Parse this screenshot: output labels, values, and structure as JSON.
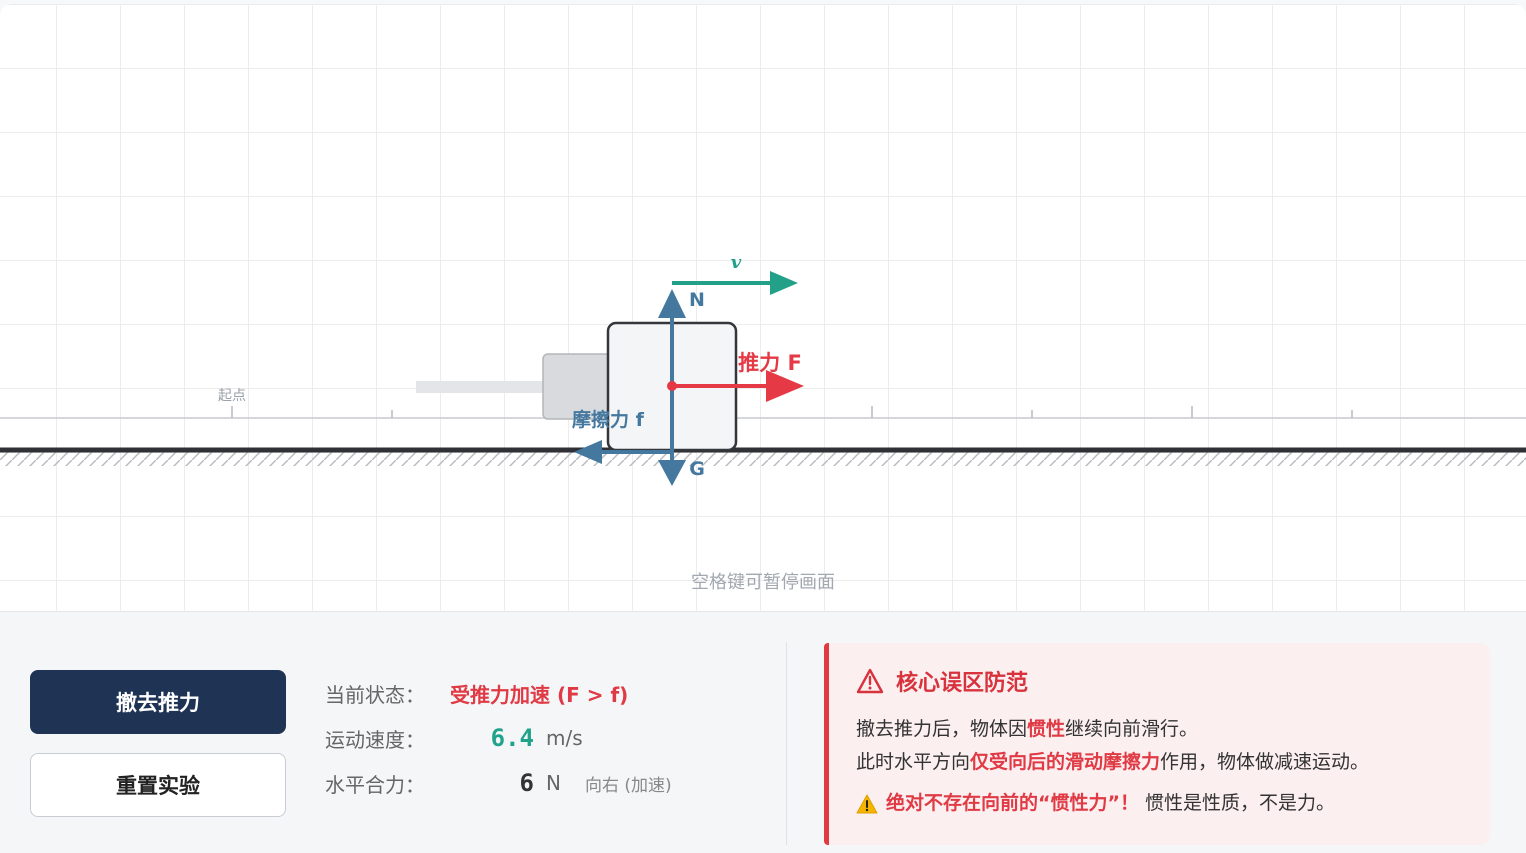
{
  "stage": {
    "start_label": "起点",
    "hint": "空格键可暂停画面",
    "forces": {
      "velocity_label": "v",
      "normal_label": "N",
      "push_label": "推力 F",
      "friction_label": "摩擦力 f",
      "gravity_label": "G"
    },
    "colors": {
      "push": "#e53945",
      "velocity": "#22a088",
      "force_blue": "#45789e",
      "ground": "#2f3136"
    }
  },
  "controls": {
    "remove_push_button": "撤去推力",
    "reset_button": "重置实验"
  },
  "status": {
    "state_label": "当前状态：",
    "state_value": "受推力加速 (F > f)",
    "speed_label": "运动速度：",
    "speed_value": "6.4",
    "speed_unit": "m/s",
    "force_label": "水平合力：",
    "force_value": "6",
    "force_unit": "N",
    "force_direction": "向右 (加速)"
  },
  "warning": {
    "title": "核心误区防范",
    "line1_pre": "撤去推力后，物体因",
    "line1_hl": "惯性",
    "line1_post": "继续向前滑行。",
    "line2_pre": "此时水平方向",
    "line2_hl": "仅受向后的滑动摩擦力",
    "line2_post": "作用，物体做减速运动。",
    "line3_hl": "绝对不存在向前的“惯性力”！",
    "line3_post": "惯性是性质，不是力。"
  }
}
